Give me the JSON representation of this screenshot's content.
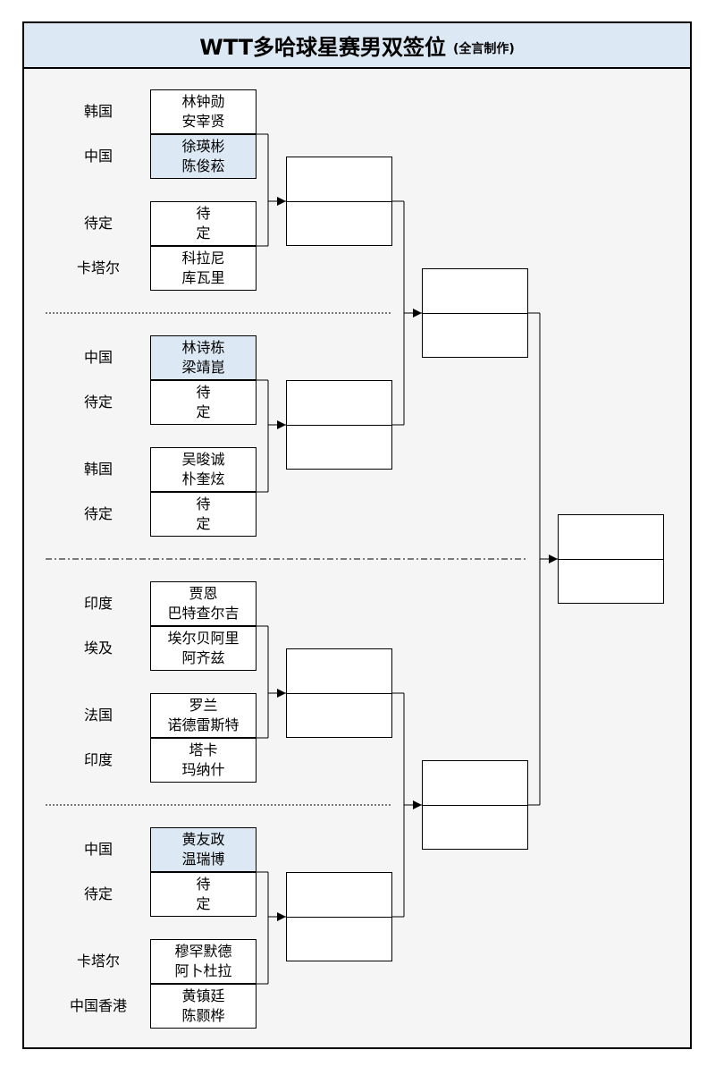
{
  "title": {
    "main": "WTT多哈球星赛男双签位",
    "sub": "(全言制作)"
  },
  "entries": [
    {
      "country": "韩国",
      "line1": "林钟勋",
      "line2": "安宰贤",
      "seeded": false
    },
    {
      "country": "中国",
      "line1": "徐瑛彬",
      "line2": "陈俊菘",
      "seeded": true
    },
    {
      "country": "待定",
      "line1": "待",
      "line2": "定",
      "seeded": false
    },
    {
      "country": "卡塔尔",
      "line1": "科拉尼",
      "line2": "库瓦里",
      "seeded": false
    },
    {
      "country": "中国",
      "line1": "林诗栋",
      "line2": "梁靖崑",
      "seeded": true
    },
    {
      "country": "待定",
      "line1": "待",
      "line2": "定",
      "seeded": false
    },
    {
      "country": "韩国",
      "line1": "吴晙诚",
      "line2": "朴奎炫",
      "seeded": false
    },
    {
      "country": "待定",
      "line1": "待",
      "line2": "定",
      "seeded": false
    },
    {
      "country": "印度",
      "line1": "贾恩",
      "line2": "巴特查尔吉",
      "seeded": false
    },
    {
      "country": "埃及",
      "line1": "埃尔贝阿里",
      "line2": "阿齐兹",
      "seeded": false
    },
    {
      "country": "法国",
      "line1": "罗兰",
      "line2": "诺德雷斯特",
      "seeded": false
    },
    {
      "country": "印度",
      "line1": "塔卡",
      "line2": "玛纳什",
      "seeded": false
    },
    {
      "country": "中国",
      "line1": "黄友政",
      "line2": "温瑞博",
      "seeded": true
    },
    {
      "country": "待定",
      "line1": "待",
      "line2": "定",
      "seeded": false
    },
    {
      "country": "卡塔尔",
      "line1": "穆罕默德",
      "line2": "阿卜杜拉",
      "seeded": false
    },
    {
      "country": "中国香港",
      "line1": "黄镇廷",
      "line2": "陈颢桦",
      "seeded": false
    }
  ],
  "colors": {
    "title_bg": "#dce8f3",
    "seed_bg": "#dce8f3",
    "panel_bg": "#f5f5f5",
    "line": "#000000"
  }
}
